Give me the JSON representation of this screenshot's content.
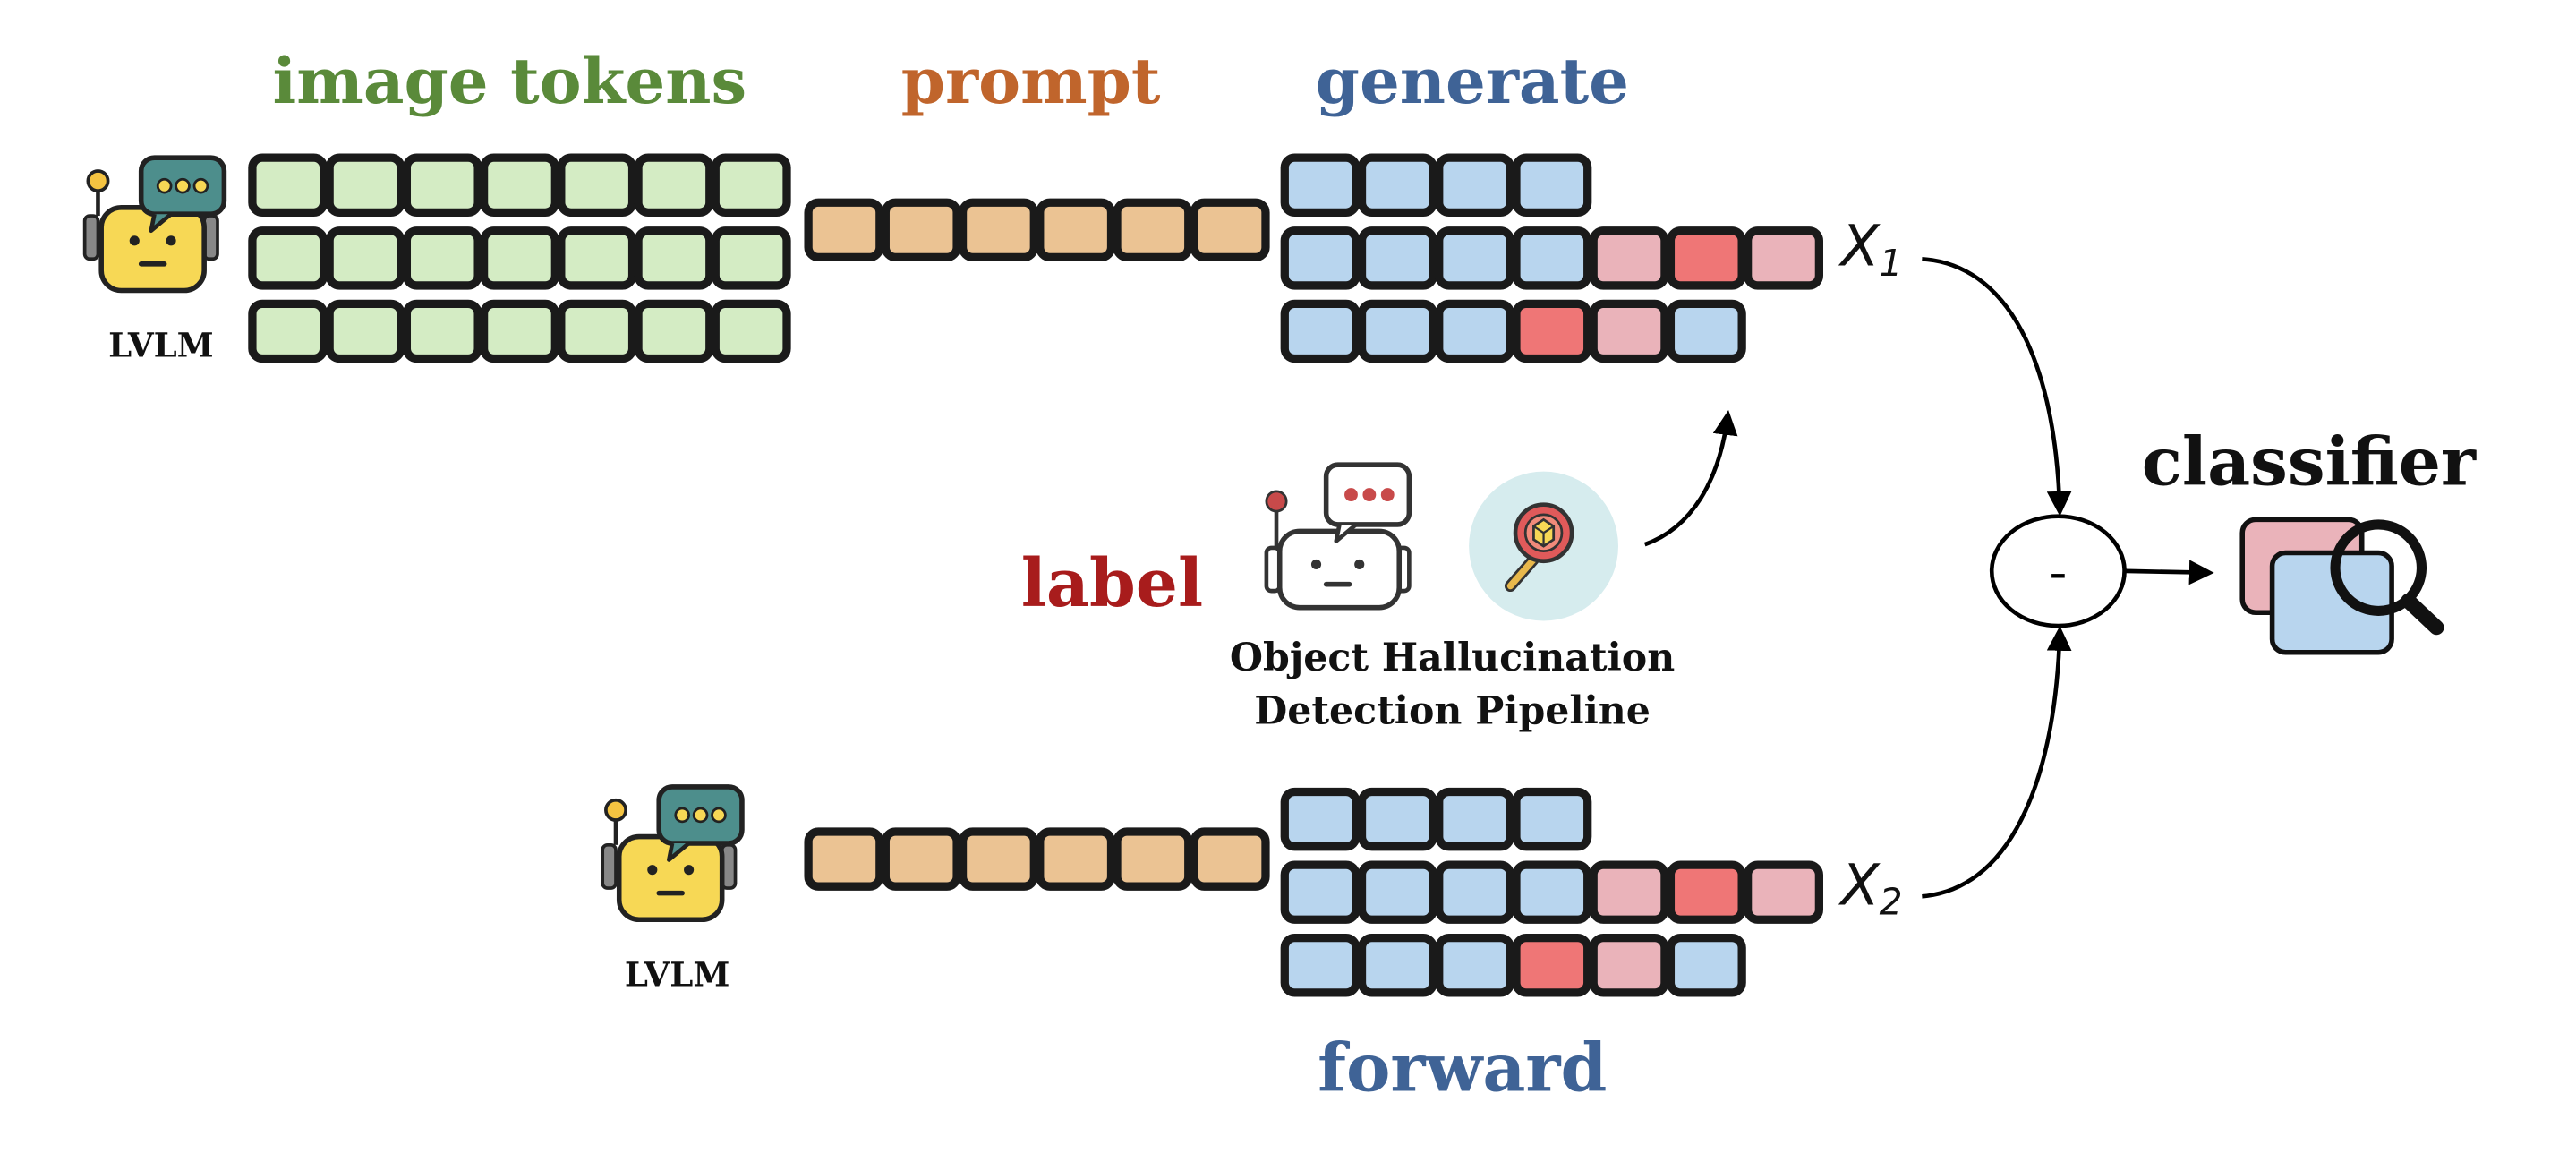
{
  "labels": {
    "image_tokens": "image tokens",
    "prompt": "prompt",
    "generate": "generate",
    "forward": "forward",
    "label": "label",
    "classifier": "classifier",
    "lvlm_top": "LVLM",
    "lvlm_bottom": "LVLM",
    "pipeline_line1": "Object Hallucination",
    "pipeline_line2": "Detection Pipeline",
    "x1_base": "X",
    "x1_sub": "1",
    "x2_base": "X",
    "x2_sub": "2",
    "minus": "-"
  },
  "colors": {
    "image_token": "#d4ecc4",
    "prompt_token": "#ebc393",
    "generated_token": "#b8d5ee",
    "hallucination_light": "#eab3ba",
    "hallucination_strong": "#ef7676",
    "image_tokens_text": "#5a8a3a",
    "prompt_text": "#c0652c",
    "generate_text": "#3f6396",
    "label_text": "#a81c1c",
    "robot_yellow": "#f7d855",
    "robot_bubble": "#4d8e8c",
    "magnifier_circle": "#d6ecee"
  },
  "icons": [
    "robot-icon-lvlm-top",
    "robot-icon-lvlm-bottom",
    "robot-outline-icon",
    "magnifier-icon",
    "classifier-magnifier-icon"
  ]
}
